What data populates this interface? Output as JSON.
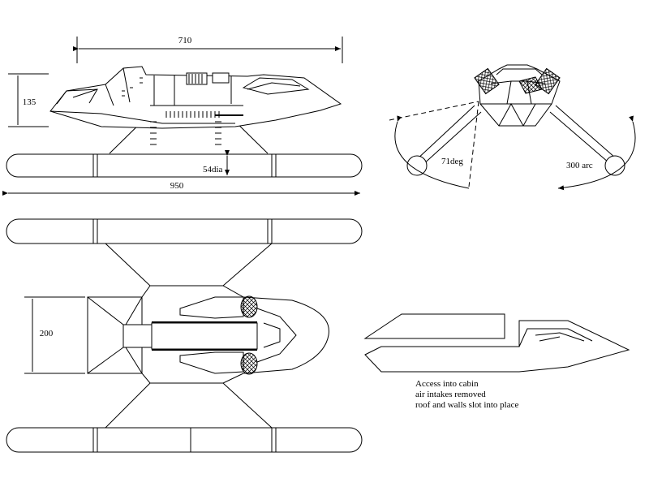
{
  "dimensions": {
    "hull_length": "710",
    "height": "135",
    "pontoon_dia": "54dia",
    "overall_width": "950",
    "hull_width": "200"
  },
  "arc_labels": {
    "angle": "71deg",
    "arc": "300 arc"
  },
  "notes": [
    "Access into cabin",
    "air intakes removed",
    "roof and walls slot into place"
  ]
}
